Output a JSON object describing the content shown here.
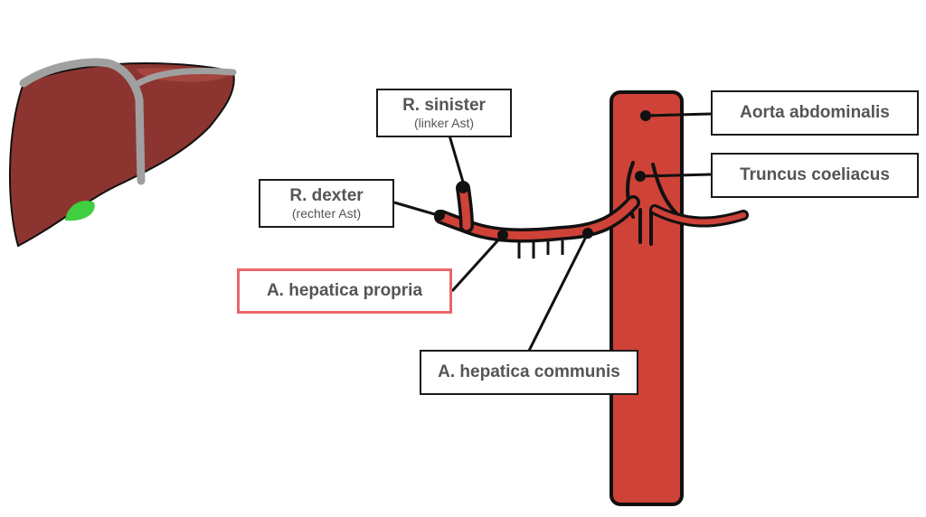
{
  "colors": {
    "artery": "#cf4238",
    "liver": "#8c3530",
    "liver_light": "#a4453f",
    "ligament": "#a0a0a0",
    "gallbladder": "#3fcf3f",
    "outline": "#111111",
    "label_text": "#555555",
    "highlight_border": "#e8666c"
  },
  "labels": {
    "aorta": {
      "main": "Aorta abdominalis"
    },
    "truncus": {
      "main": "Truncus coeliacus"
    },
    "r_sinister": {
      "main": "R. sinister",
      "sub": "(linker Ast)"
    },
    "r_dexter": {
      "main": "R. dexter",
      "sub": "(rechter Ast)"
    },
    "propria": {
      "main": "A. hepatica propria"
    },
    "communis": {
      "main": "A. hepatica communis"
    }
  }
}
